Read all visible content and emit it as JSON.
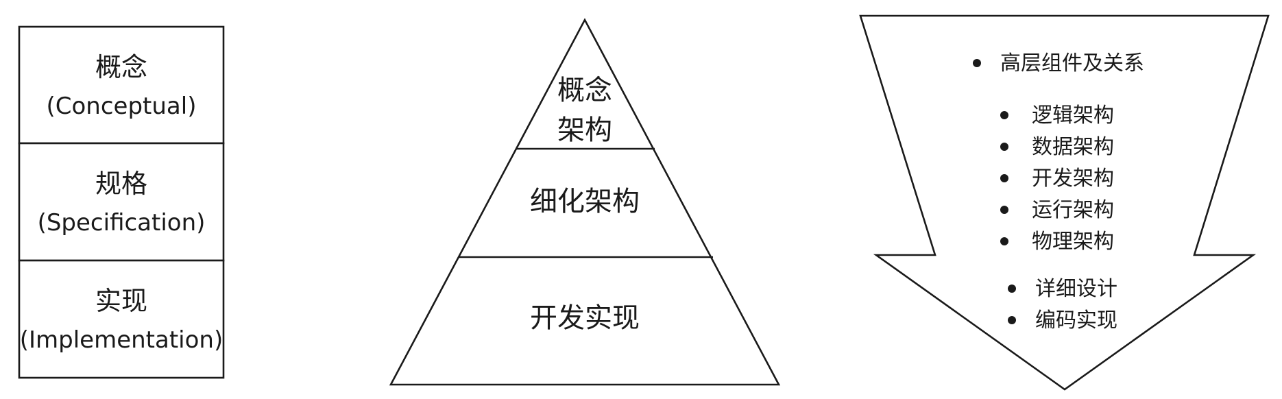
{
  "boxes": [
    {
      "title": "概念",
      "subtitle": "(Conceptual)"
    },
    {
      "title": "规格",
      "subtitle": "(Specification)"
    },
    {
      "title": "实现",
      "subtitle": "(Implementation)"
    }
  ],
  "pyramid": {
    "top": [
      "概念",
      "架构"
    ],
    "middle": "细化架构",
    "bottom": "开发实现"
  },
  "arrow": {
    "group1": [
      "高层组件及关系"
    ],
    "group2": [
      "逻辑架构",
      "数据架构",
      "开发架构",
      "运行架构",
      "物理架构"
    ],
    "group3": [
      "详细设计",
      "编码实现"
    ]
  }
}
